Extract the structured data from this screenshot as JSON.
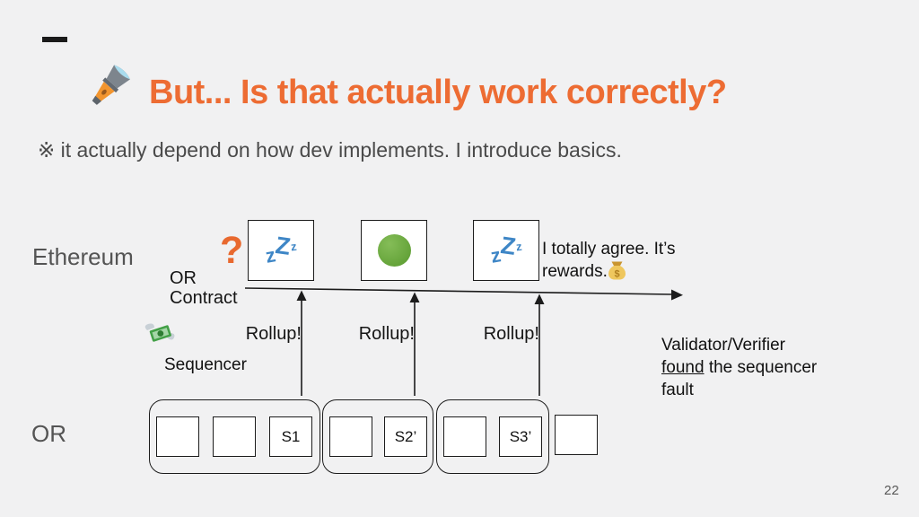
{
  "slide": {
    "background": "#F1F1F2",
    "page_number": "22"
  },
  "title": {
    "icon": "flashlight-icon",
    "text": "But... Is that actually work correctly?",
    "color": "#ED6C33"
  },
  "subtitle": "※ it actually depend on how dev implements. I introduce basics.",
  "diagram": {
    "left_labels": {
      "layer1": "Ethereum",
      "layer2": "OR"
    },
    "contract": {
      "line1": "OR",
      "line2": "Contract"
    },
    "question_mark": "?",
    "question_color": "#E8692F",
    "zzz_color": "#3E86C6",
    "zzz_glyphs": [
      "z",
      "Z",
      "z"
    ],
    "green_circle_color": "#6BA83E",
    "timeline_boxes": [
      {
        "icon": "zzz-sleeping-icon"
      },
      {
        "icon": "green-circle-icon"
      },
      {
        "icon": "zzz-sleeping-icon"
      }
    ],
    "rollup_labels": [
      "Rollup!",
      "Rollup!",
      "Rollup!"
    ],
    "agree": {
      "line1": "I totally agree. It’s",
      "line2": "rewards.",
      "icon": "money-bag-icon"
    },
    "sequencer": {
      "icon": "money-with-wings-icon",
      "label": "Sequencer"
    },
    "validator": {
      "line1": "Validator/Verifier",
      "line2_underlined": "found",
      "line2_rest": " the sequencer",
      "line3": "fault"
    },
    "groups": [
      {
        "blocks": [
          "",
          "",
          "S1"
        ]
      },
      {
        "blocks": [
          "",
          "S2’"
        ]
      },
      {
        "blocks": [
          "",
          "S3’"
        ]
      }
    ],
    "extra_block": ""
  }
}
